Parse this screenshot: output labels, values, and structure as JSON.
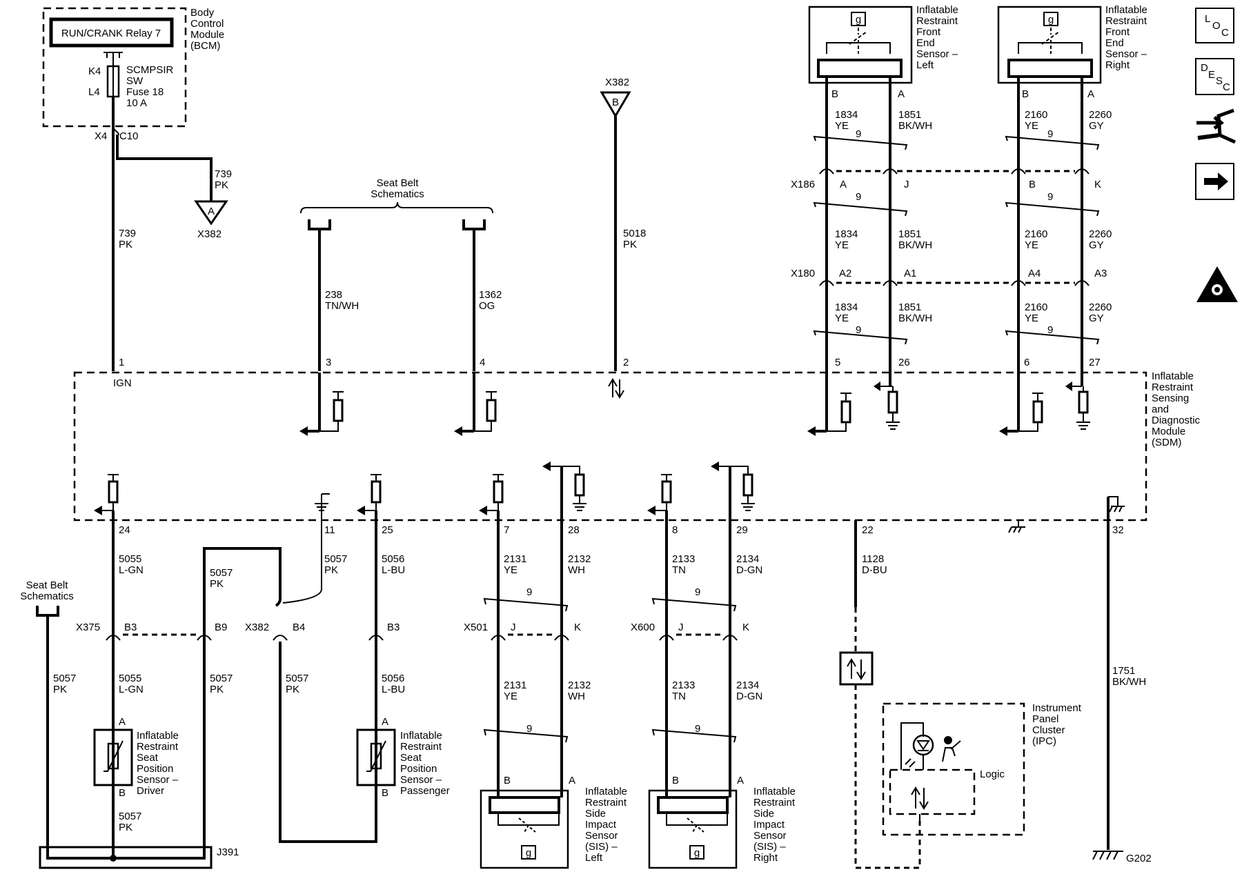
{
  "bcm": {
    "relay": "RUN/CRANK Relay 7",
    "title": [
      "Body",
      "Control",
      "Module",
      "(BCM)"
    ],
    "fuse_pins": [
      "K4",
      "L4"
    ],
    "fuse_desc": [
      "SCMPSIR",
      "SW",
      "Fuse 18",
      "10 A"
    ],
    "conn": "X4",
    "pin": "C10"
  },
  "splice": {
    "wire_a": [
      "739",
      "PK"
    ],
    "conn_a_letter": "A",
    "conn_a_name": "X382",
    "wire_b": [
      "739",
      "PK"
    ]
  },
  "seatbelt_top": {
    "title": [
      "Seat Belt",
      "Schematics"
    ],
    "w1": [
      "238",
      "TN/WH"
    ],
    "w2": [
      "1362",
      "OG"
    ]
  },
  "x382_top": {
    "name": "X382",
    "letter": "B",
    "wire": [
      "5018",
      "PK"
    ]
  },
  "sensor_front_left": {
    "title": [
      "Inflatable",
      "Restraint",
      "Front",
      "End",
      "Sensor –",
      "Left"
    ],
    "pin_b": "B",
    "pin_a": "A",
    "w1": [
      "1834",
      "YE"
    ],
    "w2": [
      "1851",
      "BK/WH"
    ],
    "twist": "9"
  },
  "sensor_front_right": {
    "title": [
      "Inflatable",
      "Restraint",
      "Front",
      "End",
      "Sensor –",
      "Right"
    ],
    "pin_b": "B",
    "pin_a": "A",
    "w1": [
      "2160",
      "YE"
    ],
    "w2": [
      "2260",
      "GY"
    ],
    "twist": "9"
  },
  "x186": {
    "name": "X186",
    "pins": [
      "A",
      "J",
      "B",
      "K"
    ]
  },
  "x180": {
    "name": "X180",
    "pins": [
      "A2",
      "A1",
      "A4",
      "A3"
    ]
  },
  "side_icons": [
    "LOC",
    "DESC",
    "connector-icon",
    "arrow-icon",
    "warning-icon"
  ],
  "sdm": {
    "title": [
      "Inflatable",
      "Restraint",
      "Sensing",
      "and",
      "Diagnostic",
      "Module",
      "(SDM)"
    ],
    "ign": "IGN",
    "top_pins": [
      "1",
      "3",
      "4",
      "2",
      "5",
      "26",
      "6",
      "27"
    ],
    "bottom_pins": [
      "24",
      "11",
      "25",
      "7",
      "28",
      "8",
      "29",
      "22",
      "32"
    ]
  },
  "bottom_wires": {
    "w24": [
      "5055",
      "L-GN"
    ],
    "w9": [
      "5057",
      "PK"
    ],
    "w11": [
      "5057",
      "PK"
    ],
    "w25": [
      "5056",
      "L-BU"
    ],
    "w7": [
      "2131",
      "YE"
    ],
    "w28": [
      "2132",
      "WH"
    ],
    "w8": [
      "2133",
      "TN"
    ],
    "w29": [
      "2134",
      "D-GN"
    ],
    "w22": [
      "1128",
      "D-BU"
    ],
    "w32": [
      "1751",
      "BK/WH"
    ]
  },
  "connectors_bottom": {
    "x375": "X375",
    "b3": "B3",
    "b9": "B9",
    "x382": "X382",
    "b4": "B4",
    "b3b": "B3",
    "x501": "X501",
    "x600": "X600",
    "j": "J",
    "k": "K",
    "twist": "9"
  },
  "seatbelt_left": {
    "title": [
      "Seat Belt",
      "Schematics"
    ],
    "wire": [
      "5057",
      "PK"
    ]
  },
  "seat_driver": {
    "title": [
      "Inflatable",
      "Restraint",
      "Seat",
      "Position",
      "Sensor –",
      "Driver"
    ],
    "pin_a": "A",
    "pin_b": "B",
    "wire_below": [
      "5057",
      "PK"
    ]
  },
  "seat_passenger": {
    "title": [
      "Inflatable",
      "Restraint",
      "Seat",
      "Position",
      "Sensor –",
      "Passenger"
    ],
    "pin_a": "A",
    "pin_b": "B"
  },
  "j391": "J391",
  "side_left": {
    "title": [
      "Inflatable",
      "Restraint",
      "Side",
      "Impact",
      "Sensor",
      "(SIS) –",
      "Left"
    ],
    "pin_b": "B",
    "pin_a": "A"
  },
  "side_right": {
    "title": [
      "Inflatable",
      "Restraint",
      "Side",
      "Impact",
      "Sensor",
      "(SIS) –",
      "Right"
    ],
    "pin_b": "B",
    "pin_a": "A"
  },
  "ipc": {
    "title": [
      "Instrument",
      "Panel",
      "Cluster",
      "(IPC)"
    ],
    "logic": "Logic"
  },
  "ground": "G202"
}
